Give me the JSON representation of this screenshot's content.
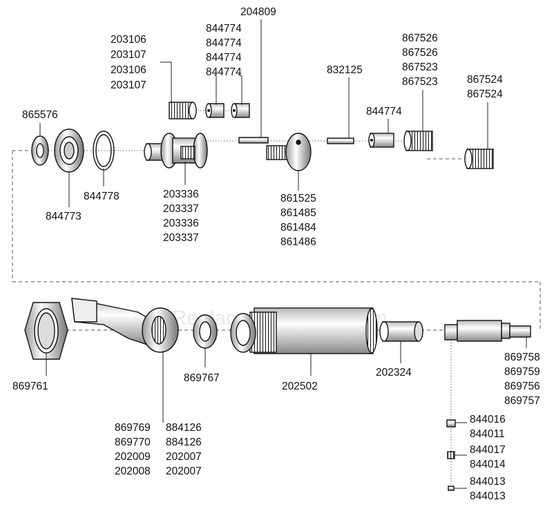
{
  "watermark": "eReplacementParts.com",
  "labels": {
    "l865576": "865576",
    "l844773": "844773",
    "l844778": "844778",
    "l203106a": "203106",
    "l203107a": "203107",
    "l203106b": "203106",
    "l203107b": "203107",
    "l844774a": "844774",
    "l844774b": "844774",
    "l844774c": "844774",
    "l844774d": "844774",
    "l204809": "204809",
    "l203336a": "203336",
    "l203337a": "203337",
    "l203336b": "203336",
    "l203337b": "203337",
    "l861525": "861525",
    "l861485": "861485",
    "l861484": "861484",
    "l861486": "861486",
    "l832125": "832125",
    "l844774e": "844774",
    "l867526a": "867526",
    "l867526b": "867526",
    "l867523a": "867523",
    "l867523b": "867523",
    "l867524a": "867524",
    "l867524b": "867524",
    "l869761": "869761",
    "l869767": "869767",
    "l202502": "202502",
    "l202324": "202324",
    "l869758": "869758",
    "l869759": "869759",
    "l869756": "869756",
    "l869757": "869757",
    "l869769": "869769",
    "l869770": "869770",
    "l202009": "202009",
    "l202008": "202008",
    "l884126a": "884126",
    "l884126b": "884126",
    "l202007a": "202007",
    "l202007b": "202007",
    "l844016": "844016",
    "l844011": "844011",
    "l844017": "844017",
    "l844014": "844014",
    "l844013a": "844013",
    "l844013b": "844013"
  }
}
